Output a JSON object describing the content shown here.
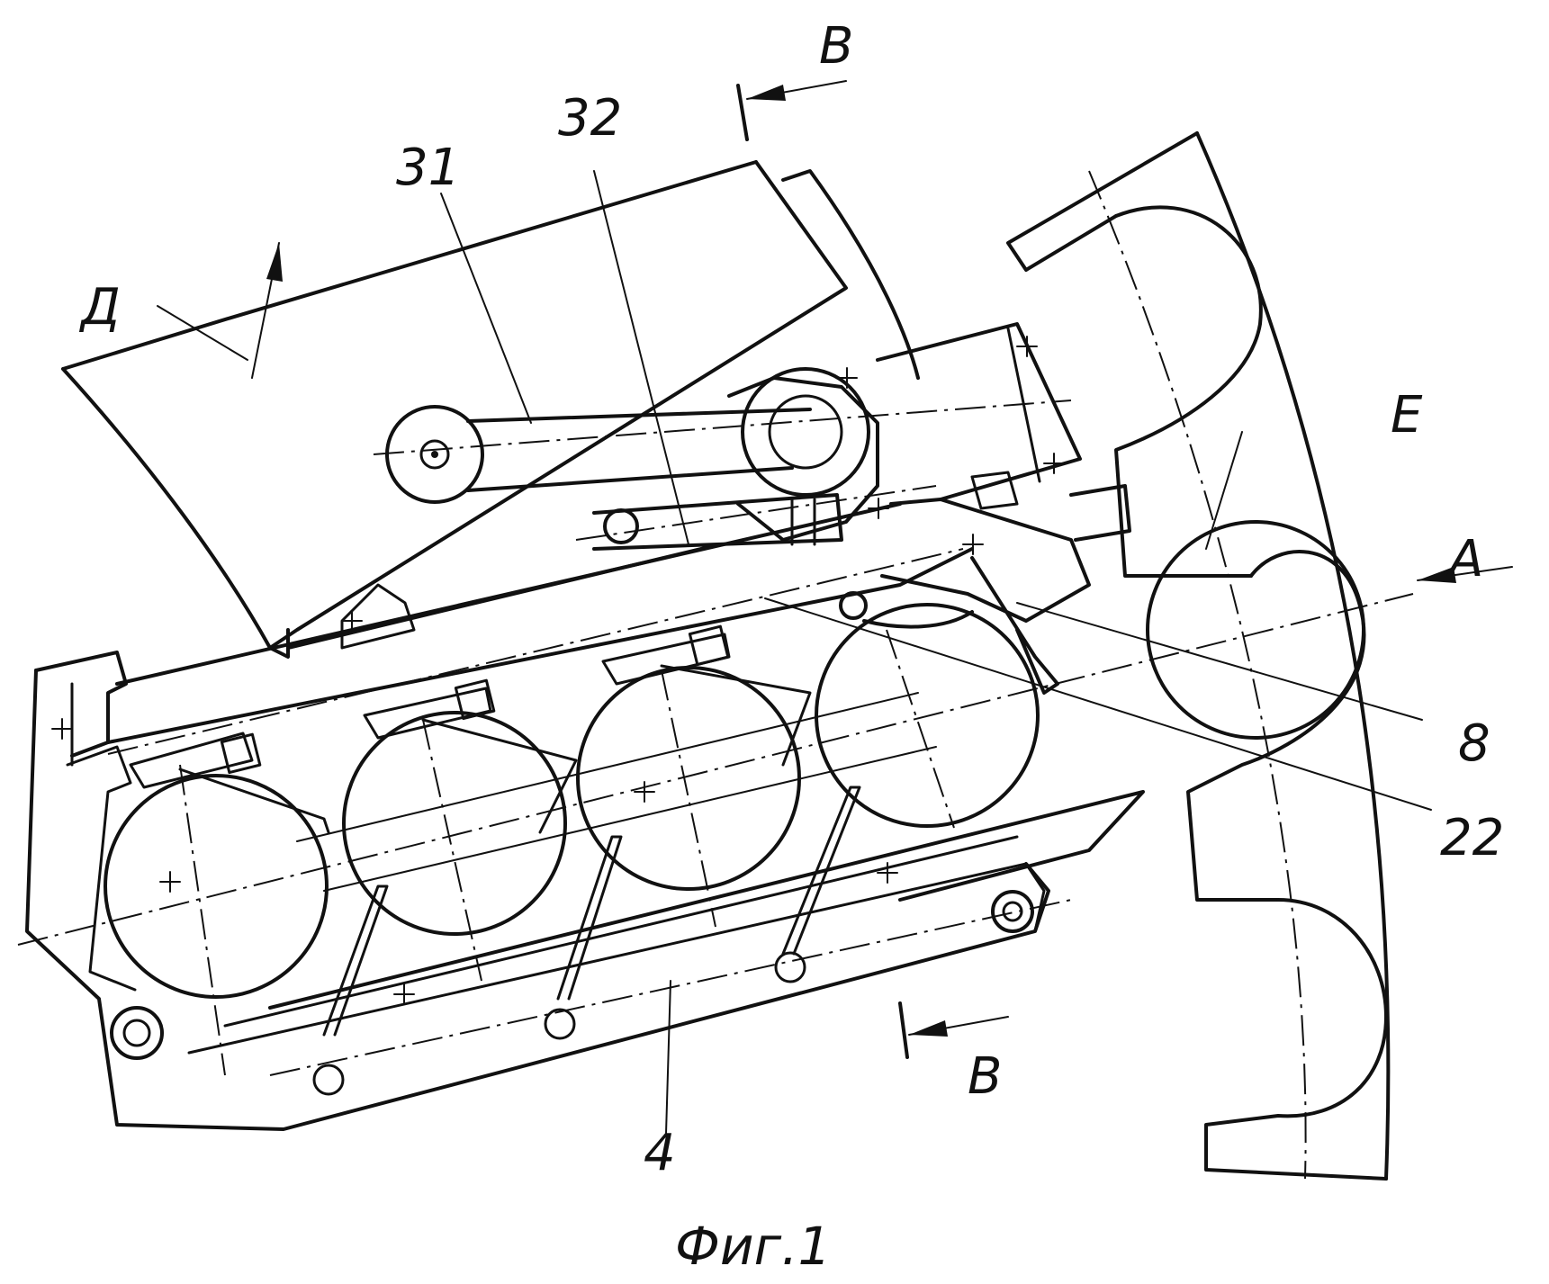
{
  "labels": {
    "section_b_top": "В",
    "section_b_bottom": "В",
    "item_31": "31",
    "item_32": "32",
    "view_d": "Д",
    "view_e": "Е",
    "view_a": "А",
    "item_8": "8",
    "item_22": "22",
    "item_4": "4"
  },
  "caption": "Фиг.1",
  "colors": {
    "line": "#111111",
    "background": "#ffffff"
  }
}
